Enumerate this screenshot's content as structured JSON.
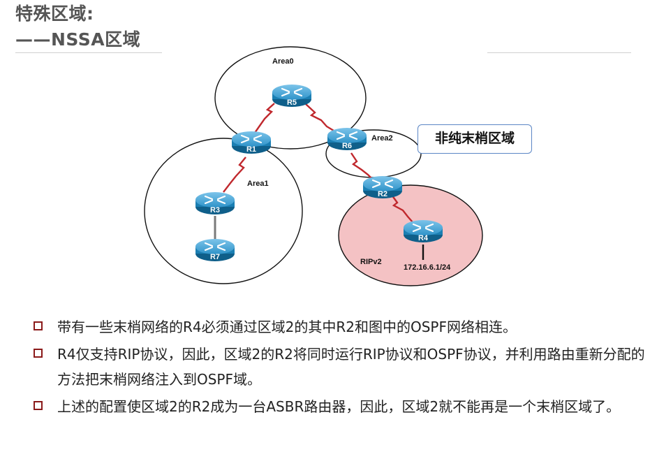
{
  "title": {
    "line1": "特殊区域:",
    "line2": "——NSSA区域"
  },
  "diagram": {
    "areas": {
      "area0": "Area0",
      "area1": "Area1",
      "area2": "Area2",
      "ripv2": "RIPv2"
    },
    "routers": {
      "r1": "R1",
      "r2": "R2",
      "r3": "R3",
      "r4": "R4",
      "r5": "R5",
      "r6": "R6",
      "r7": "R7"
    },
    "network_label": "172.16.6.1/24",
    "callout": "非纯末梢区域",
    "colors": {
      "router_body": "#1b7fb3",
      "serial_link": "#c0282d",
      "ripv2_fill": "#f4c2c4",
      "callout_border": "#5b86c5",
      "bullet_box": "#8b1a1a"
    }
  },
  "bullets": [
    "带有一些末梢网络的R4必须通过区域2的其中R2和图中的OSPF网络相连。",
    "R4仅支持RIP协议，因此，区域2的R2将同时运行RIP协议和OSPF协议，并利用路由重新分配的方法把末梢网络注入到OSPF域。",
    "上述的配置使区域2的R2成为一台ASBR路由器，因此，区域2就不能再是一个末梢区域了。"
  ]
}
